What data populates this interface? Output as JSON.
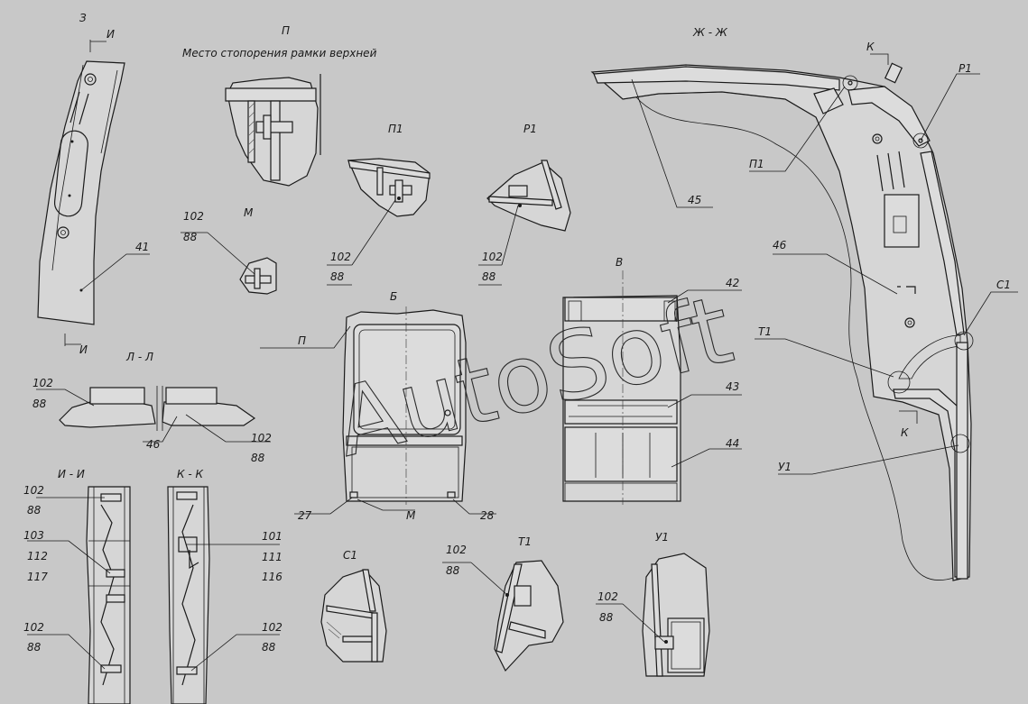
{
  "views": {
    "z_title": "З",
    "i_top": "И",
    "i_bottom": "И",
    "p_title": "П",
    "p_caption": "Место стопорения рамки верхней",
    "p1_title": "П1",
    "r1_title": "Р1",
    "m_title": "М",
    "b_title": "Б",
    "v_title": "В",
    "l_l_title": "Л - Л",
    "i_i_title": "И - И",
    "k_k_title": "К - К",
    "zh_zh_title": "Ж - Ж",
    "k_top": "К",
    "k_bottom": "К",
    "s1_title": "С1",
    "t1_title": "Т1",
    "u1_title": "У1"
  },
  "callouts": {
    "c41": "41",
    "c42": "42",
    "c43": "43",
    "c44": "44",
    "c45": "45",
    "c46a": "46",
    "c46b": "46",
    "c27": "27",
    "c28": "28",
    "m_callout": "М",
    "p_callout": "П",
    "p1_callout": "П1",
    "r1_callout": "Р1",
    "s1_callout": "С1",
    "t1_callout": "Т1",
    "u1_callout": "У1",
    "m_top": "102",
    "m_bot": "88",
    "p1_top": "102",
    "p1_bot": "88",
    "r1_top": "102",
    "r1_bot": "88",
    "ll_left_top": "102",
    "ll_left_bot": "88",
    "ll_right_top": "102",
    "ll_right_bot": "88",
    "ii_a_top": "102",
    "ii_a_bot": "88",
    "ii_b_1": "103",
    "ii_b_2": "112",
    "ii_b_3": "117",
    "ii_c_top": "102",
    "ii_c_bot": "88",
    "kk_a_1": "101",
    "kk_a_2": "111",
    "kk_a_3": "116",
    "kk_b_top": "102",
    "kk_b_bot": "88",
    "t1_top": "102",
    "t1_bot": "88",
    "u1_top": "102",
    "u1_bot": "88"
  },
  "watermark": "AutoSoft"
}
